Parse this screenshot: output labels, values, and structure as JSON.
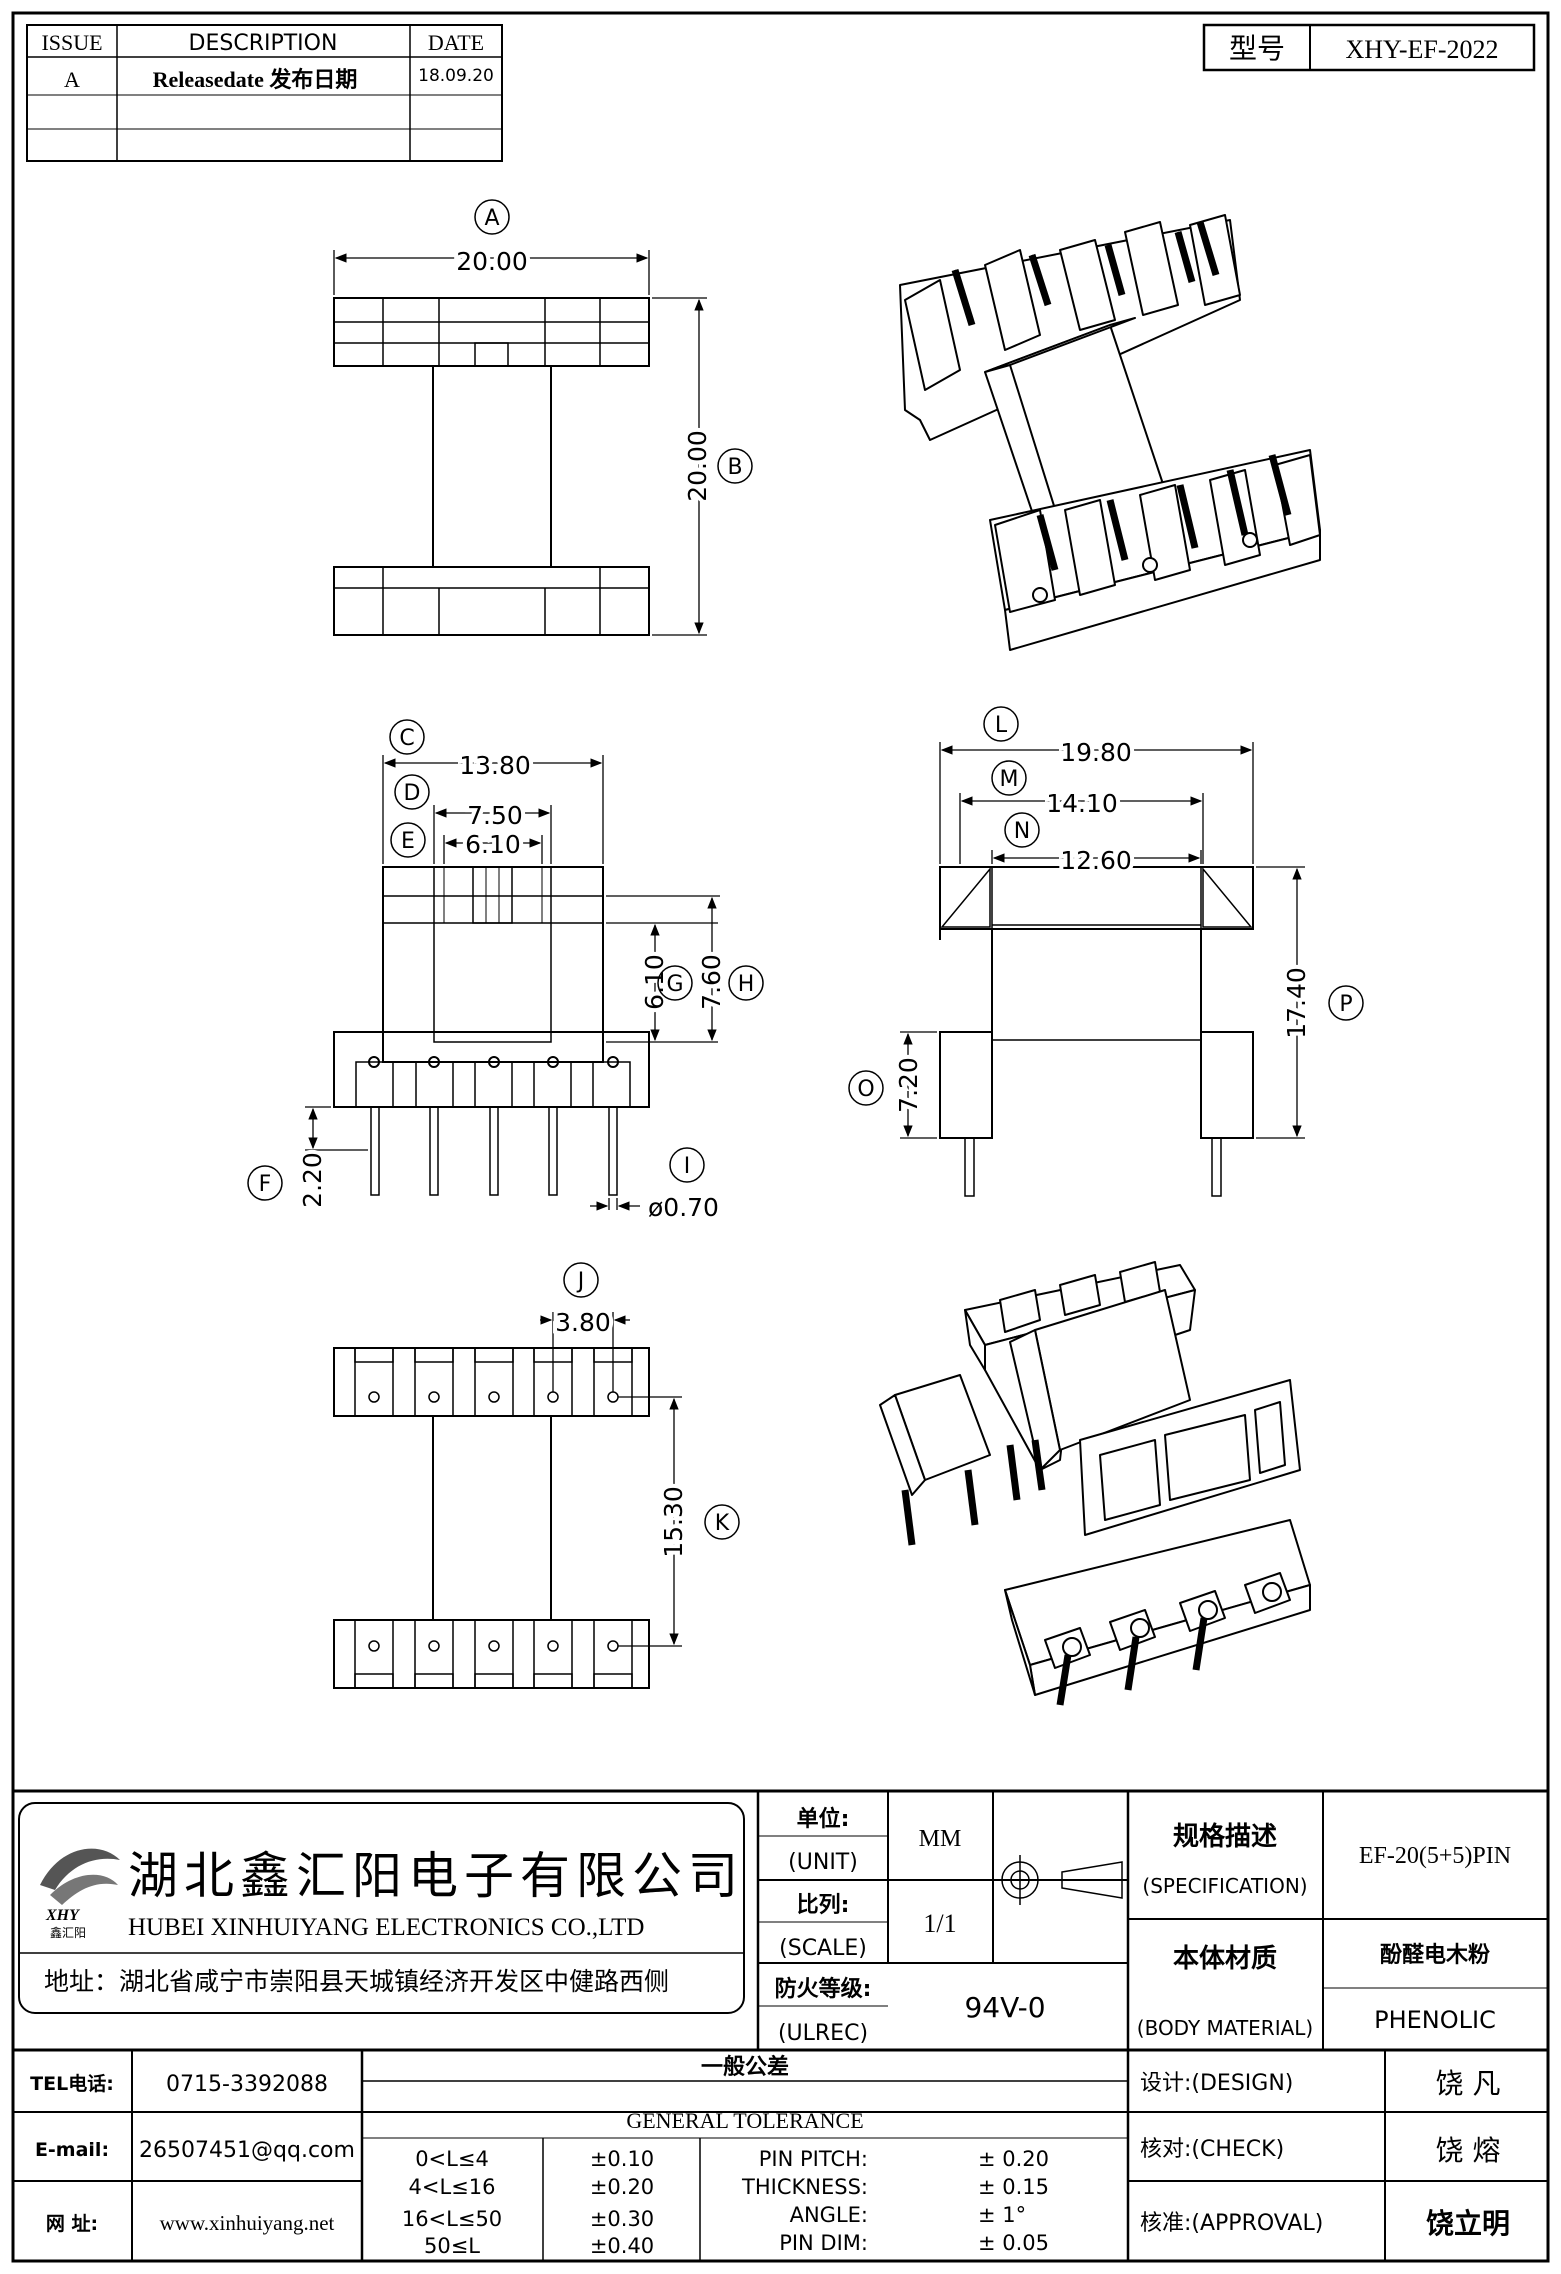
{
  "revision_table": {
    "headers": {
      "issue": "ISSUE",
      "description": "DESCRIPTION",
      "date": "DATE"
    },
    "rows": [
      {
        "issue": "A",
        "description": "Releasedate 发布日期",
        "date": "18.09.20"
      }
    ]
  },
  "model": {
    "label": "型号",
    "value": "XHY-EF-2022"
  },
  "dimensions": {
    "A": "20.00",
    "B": "20.00",
    "C": "13.80",
    "D": "7.50",
    "E": "6.10",
    "F": "2.20",
    "G": "6.10",
    "H": "7.60",
    "I": "ø0.70",
    "J": "3.80",
    "K": "15.30",
    "L": "19.80",
    "M": "14.10",
    "N": "12.60",
    "O": "7.20",
    "P": "17.40"
  },
  "callouts": [
    "A",
    "B",
    "C",
    "D",
    "E",
    "F",
    "G",
    "H",
    "I",
    "J",
    "K",
    "L",
    "M",
    "N",
    "O",
    "P"
  ],
  "company": {
    "logo_text": "XHY",
    "logo_sub": "鑫汇阳",
    "name_cn": "湖北鑫汇阳电子有限公司",
    "name_en": "HUBEI XINHUIYANG ELECTRONICS CO.,LTD",
    "address": "地址：湖北省咸宁市崇阳县天城镇经济开发区中健路西侧"
  },
  "specs": {
    "unit_cn": "单位:",
    "unit_en": "(UNIT)",
    "unit_val": "MM",
    "scale_cn": "比列:",
    "scale_en": "(SCALE)",
    "scale_val": "1/1",
    "ulrec_cn": "防火等级:",
    "ulrec_en": "(ULREC)",
    "ulrec_val": "94V-0",
    "spec_cn": "规格描述",
    "spec_en": "(SPECIFICATION)",
    "spec_val": "EF-20(5+5)PIN",
    "material_cn": "本体材质",
    "material_en": "(BODY MATERIAL)",
    "material_val_cn": "酚醛电木粉",
    "material_val_en": "PHENOLIC"
  },
  "contact": {
    "tel_label": "TEL电话:",
    "tel": "0715-3392088",
    "email_label": "E-mail:",
    "email": "26507451@qq.com",
    "web_label": "网    址:",
    "web": "www.xinhuiyang.net"
  },
  "tolerance": {
    "title_cn": "一般公差",
    "title_en": "GENERAL TOLERANCE",
    "ranges": [
      {
        "range": "0<L≤4",
        "tol": "±0.10"
      },
      {
        "range": "4<L≤16",
        "tol": "±0.20"
      },
      {
        "range": "16<L≤50",
        "tol": "±0.30"
      },
      {
        "range": "50≤L",
        "tol": "±0.40"
      }
    ],
    "others": [
      {
        "name": "PIN PITCH:",
        "tol": "±  0.20"
      },
      {
        "name": "THICKNESS:",
        "tol": "±  0.15"
      },
      {
        "name": "ANGLE:",
        "tol": "±  1°"
      },
      {
        "name": "PIN DIM:",
        "tol": "±  0.05"
      }
    ]
  },
  "approval": {
    "design_label": "设计:(DESIGN)",
    "design_name": "饶  凡",
    "check_label": "核对:(CHECK)",
    "check_name": "饶  熔",
    "approval_label": "核准:(APPROVAL)",
    "approval_name": "饶立明"
  }
}
